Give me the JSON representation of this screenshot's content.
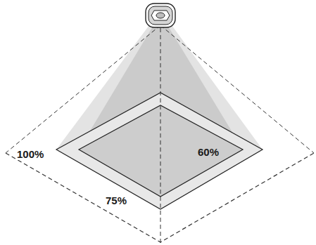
{
  "diagram": {
    "nodes": [
      {
        "text": [
          "100%"
        ]
      },
      {
        "text": [
          "75%"
        ],
        "in": 0
      },
      {
        "text": [
          "60%"
        ],
        "in": 1
      }
    ]
  }
}
